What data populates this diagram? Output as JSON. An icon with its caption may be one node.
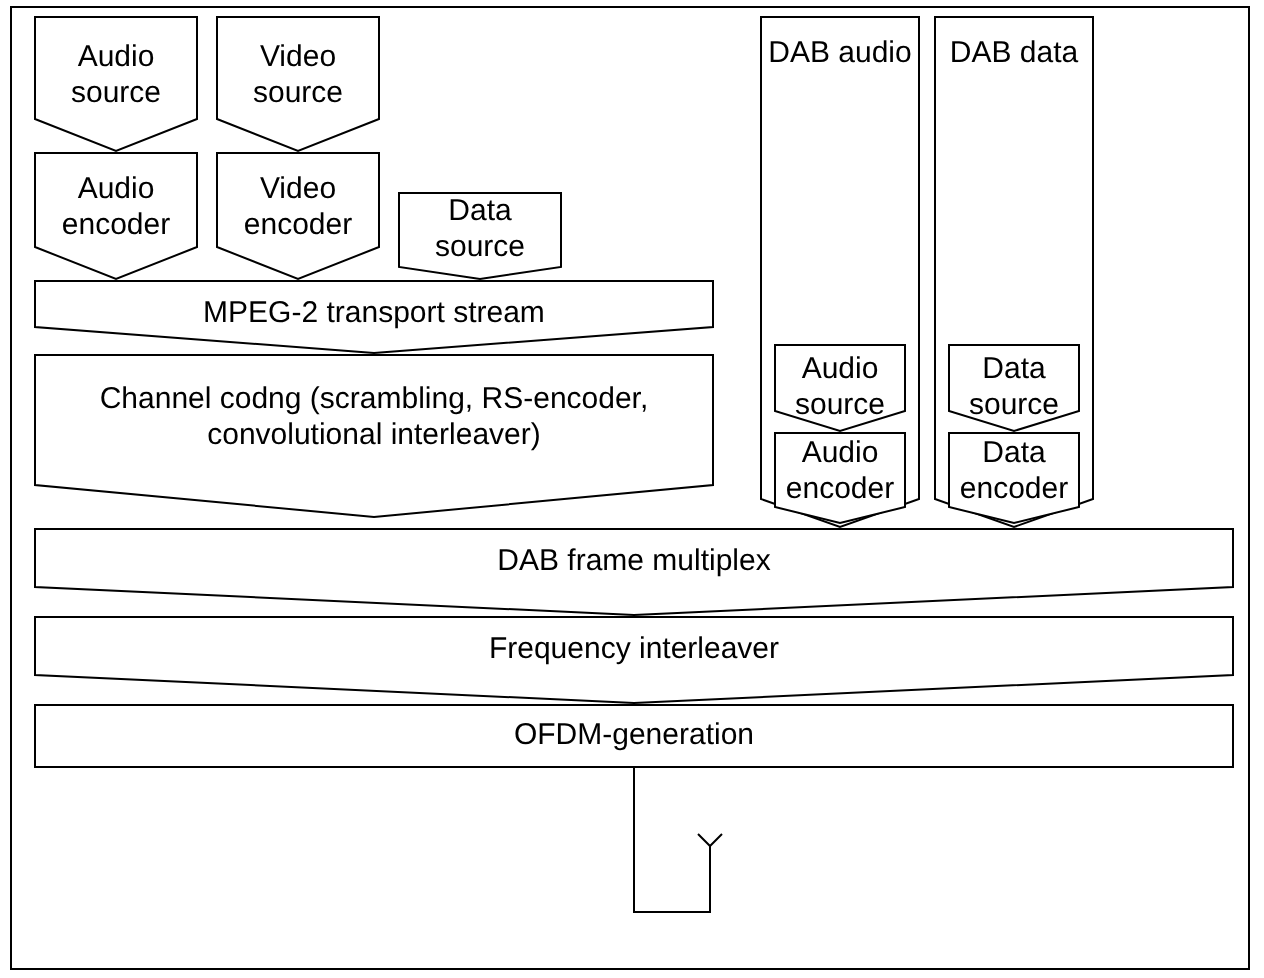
{
  "diagram": {
    "nodes": [
      {
        "text": [
          "Audio source"
        ]
      },
      {
        "text": [
          "Video source"
        ]
      },
      {
        "text": [
          "Audio encoder"
        ]
      },
      {
        "text": [
          "Video encoder"
        ]
      },
      {
        "text": [
          "Data source"
        ]
      },
      {
        "text": [
          "MPEG-2 transport stream"
        ]
      },
      {
        "text": [
          "Channel codng (scrambling, RS-encoder, convolutional interleaver)"
        ]
      },
      {
        "text": [
          "DAB audio"
        ]
      },
      {
        "text": [
          "Audio source"
        ],
        "in": 7
      },
      {
        "text": [
          "Audio encoder"
        ],
        "in": 7
      },
      {
        "text": [
          "DAB data"
        ]
      },
      {
        "text": [
          "Data source"
        ],
        "in": 10
      },
      {
        "text": [
          "Data encoder"
        ],
        "in": 10
      },
      {
        "text": [
          "DAB frame multiplex"
        ]
      },
      {
        "text": [
          "Frequency interleaver"
        ]
      },
      {
        "text": [
          "OFDM-generation"
        ]
      },
      {
        "text": [],
        "shape": "antenna"
      }
    ],
    "edges": [
      {
        "from": 15,
        "to": 16,
        "arrow": "none"
      }
    ]
  }
}
